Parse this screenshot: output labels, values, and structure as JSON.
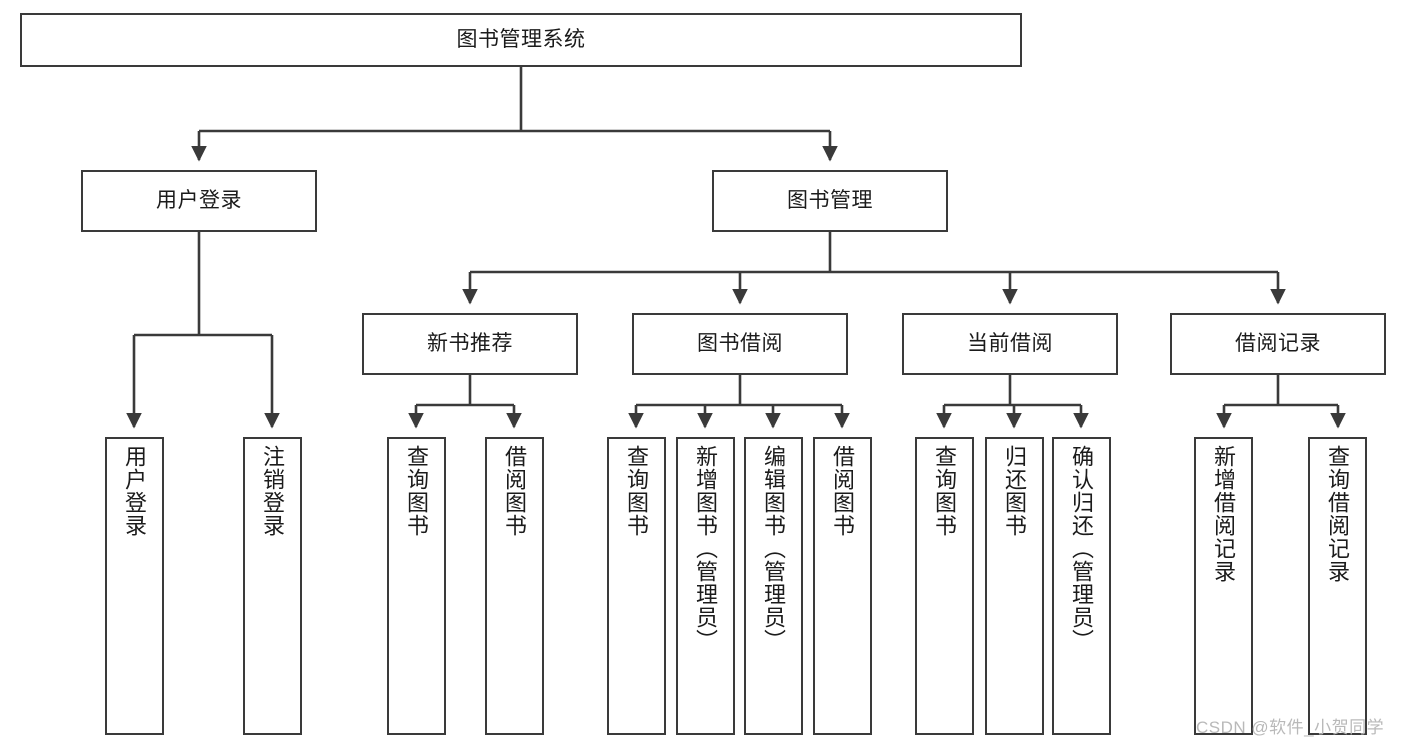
{
  "diagram": {
    "type": "tree-flowchart",
    "title": "图书管理系统",
    "watermark": "CSDN @软件_小贺同学",
    "colors": {
      "box_border": "#3a3a3a",
      "box_fill": "#ffffff",
      "connector": "#3a3a3a",
      "text": "#1b1b1b",
      "watermark": "#b9b9b9"
    },
    "nodes": {
      "root": {
        "label": "图书管理系统"
      },
      "level2": [
        {
          "label": "用户登录"
        },
        {
          "label": "图书管理"
        }
      ],
      "level3": [
        {
          "label": "新书推荐"
        },
        {
          "label": "图书借阅"
        },
        {
          "label": "当前借阅"
        },
        {
          "label": "借阅记录"
        }
      ],
      "leaves": {
        "user_login": [
          {
            "label": "用户登录"
          },
          {
            "label": "注销登录"
          }
        ],
        "new_book_recommend": [
          {
            "label": "查询图书"
          },
          {
            "label": "借阅图书"
          }
        ],
        "book_borrow": [
          {
            "label": "查询图书"
          },
          {
            "label": "新增图书（管理员）"
          },
          {
            "label": "编辑图书（管理员）"
          },
          {
            "label": "借阅图书"
          }
        ],
        "current_borrow": [
          {
            "label": "查询图书"
          },
          {
            "label": "归还图书"
          },
          {
            "label": "确认归还（管理员）"
          }
        ],
        "borrow_record": [
          {
            "label": "新增借阅记录"
          },
          {
            "label": "查询借阅记录"
          }
        ]
      }
    }
  }
}
